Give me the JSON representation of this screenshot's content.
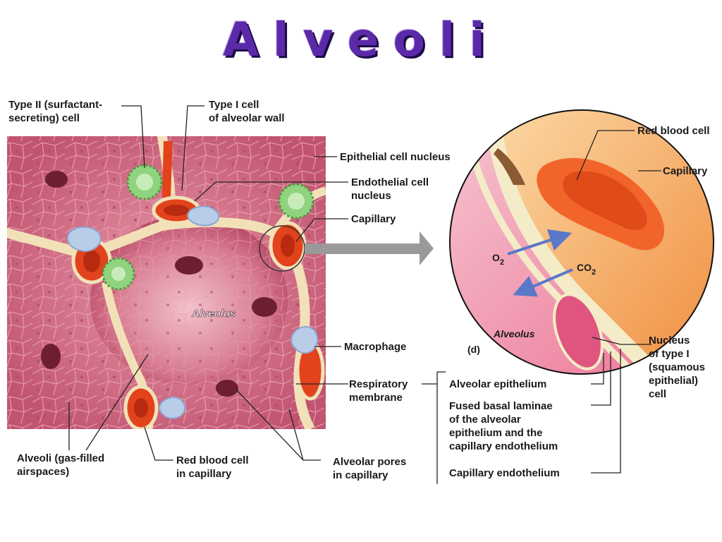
{
  "title": "Alveoli",
  "labels": {
    "type2_cell": "Type II (surfactant-\nsecreting) cell",
    "type1_cell": "Type I cell\nof alveolar wall",
    "epithelial_nucleus": "Epithelial cell nucleus",
    "endothelial_nucleus": "Endothelial cell\nnucleus",
    "capillary_left": "Capillary",
    "macrophage": "Macrophage",
    "respiratory_membrane": "Respiratory\nmembrane",
    "alveoli_airspaces": "Alveoli (gas-filled\nairspaces)",
    "rbc_in_capillary": "Red blood cell\nin capillary",
    "alveolar_pores": "Alveolar pores\nin capillary",
    "alveolus_left": "Alveolus",
    "red_blood_cell": "Red blood cell",
    "capillary_right": "Capillary",
    "o2": "O",
    "o2_sub": "2",
    "co2": "CO",
    "co2_sub": "2",
    "alveolus_right": "Alveolus",
    "panel_d": "(d)",
    "nucleus_type1": "Nucleus\nof type I\n(squamous\nepithelial)\ncell",
    "alveolar_epithelium": "Alveolar epithelium",
    "fused_laminae": "Fused basal laminae\nof the alveolar\nepithelium and the\ncapillary endothelium",
    "capillary_endothelium": "Capillary endothelium"
  },
  "colors": {
    "title": "#5a2aa8",
    "tissue": "#c65a74",
    "wall": "#f2e1b8",
    "blood": "#e2431c",
    "capillary": "#f6a35a",
    "type2": "#8fd37f",
    "macrophage": "#b9cde8",
    "arrow": "#5a78c8"
  }
}
